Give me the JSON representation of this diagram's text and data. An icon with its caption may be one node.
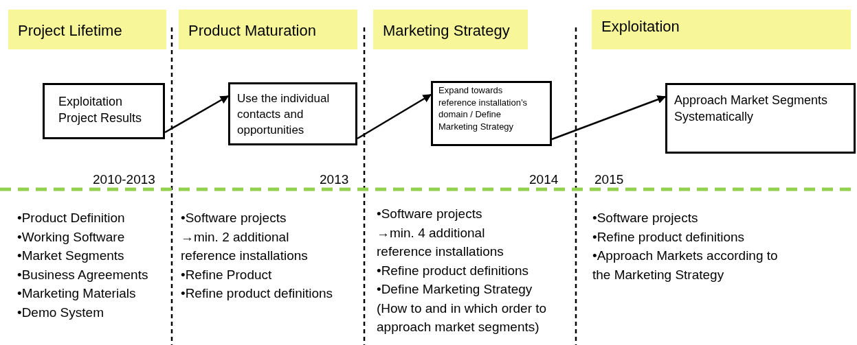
{
  "diagram": {
    "nodes": [
      {
        "text": [
          "Project Lifetime"
        ]
      },
      {
        "text": [
          "Product Maturation"
        ]
      },
      {
        "text": [
          "Marketing Strategy"
        ]
      },
      {
        "text": [
          "Exploitation"
        ]
      },
      {
        "text": [
          "Exploitation Project Results"
        ]
      },
      {
        "text": [
          "Use the individual contacts and opportunities"
        ]
      },
      {
        "text": [
          "Expand towards reference installation’s domain / Define Marketing Strategy"
        ]
      },
      {
        "text": [
          "Approach Market Segments Systematically"
        ]
      }
    ],
    "edges": [
      {
        "from": 4,
        "to": 5,
        "arrow": "to"
      },
      {
        "from": 5,
        "to": 6,
        "arrow": "to"
      },
      {
        "from": 6,
        "to": 7,
        "arrow": "to"
      }
    ],
    "labels": [
      "2010-2013",
      "2013",
      "2014",
      "2015",
      "•Product Definition",
      "•Working Software",
      "•Market Segments",
      "•Business Agreements",
      "•Marketing Materials",
      "•Demo System",
      "•Software projects",
      "→min. 2 additional reference installations",
      "•Refine Product",
      "•Refine product definitions",
      "•Software projects",
      "→min. 4 additional reference installations",
      "•Refine product definitions",
      "•Define Marketing Strategy (How to and in which order to approach market segments)",
      "•Software projects",
      "•Refine product definitions",
      "•Approach Markets according to the Marketing Strategy"
    ]
  }
}
